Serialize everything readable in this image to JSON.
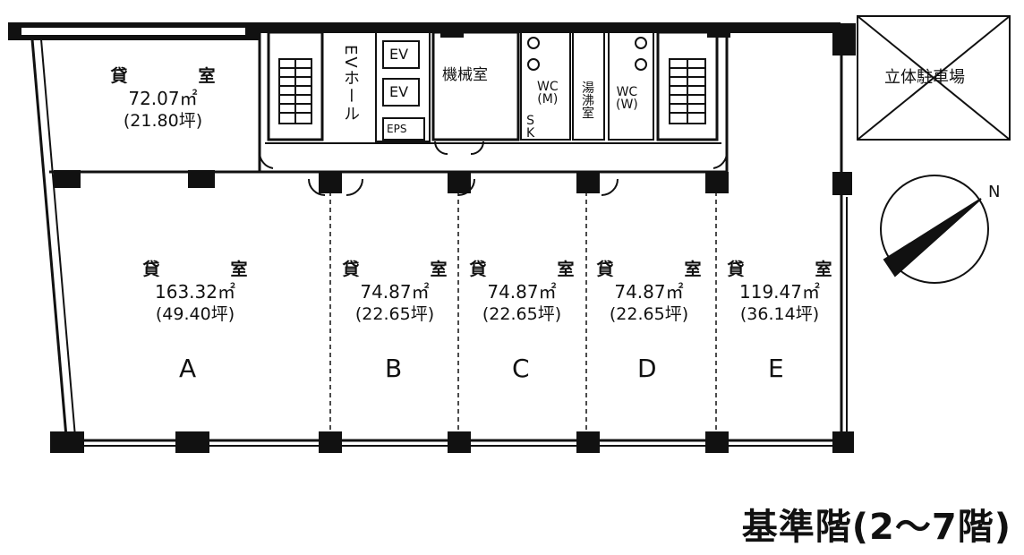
{
  "units": [
    {
      "label": "貸　室",
      "area_m2": "72.07㎡",
      "area_tsubo": "(21.80坪)",
      "letter": ""
    },
    {
      "label": "貸　室",
      "area_m2": "163.32㎡",
      "area_tsubo": "(49.40坪)",
      "letter": "A"
    },
    {
      "label": "貸　室",
      "area_m2": "74.87㎡",
      "area_tsubo": "(22.65坪)",
      "letter": "B"
    },
    {
      "label": "貸　室",
      "area_m2": "74.87㎡",
      "area_tsubo": "(22.65坪)",
      "letter": "C"
    },
    {
      "label": "貸　室",
      "area_m2": "74.87㎡",
      "area_tsubo": "(22.65坪)",
      "letter": "D"
    },
    {
      "label": "貸　室",
      "area_m2": "119.47㎡",
      "area_tsubo": "(36.14坪)",
      "letter": "E"
    }
  ],
  "rooms": {
    "ev_hall": "EVホール",
    "ev": "EV",
    "eps": "EPS",
    "machine_room": "機械室",
    "wc_men_1": "WC",
    "wc_men_2": "(M)",
    "sk_1": "S",
    "sk_2": "K",
    "kitchen_1": "湯",
    "kitchen_2": "沸",
    "kitchen_3": "室",
    "wc_women_1": "WC",
    "wc_women_2": "(W)",
    "parking": "立体駐車場"
  },
  "compass": {
    "north": "N"
  },
  "title": "基準階(2〜7階)"
}
